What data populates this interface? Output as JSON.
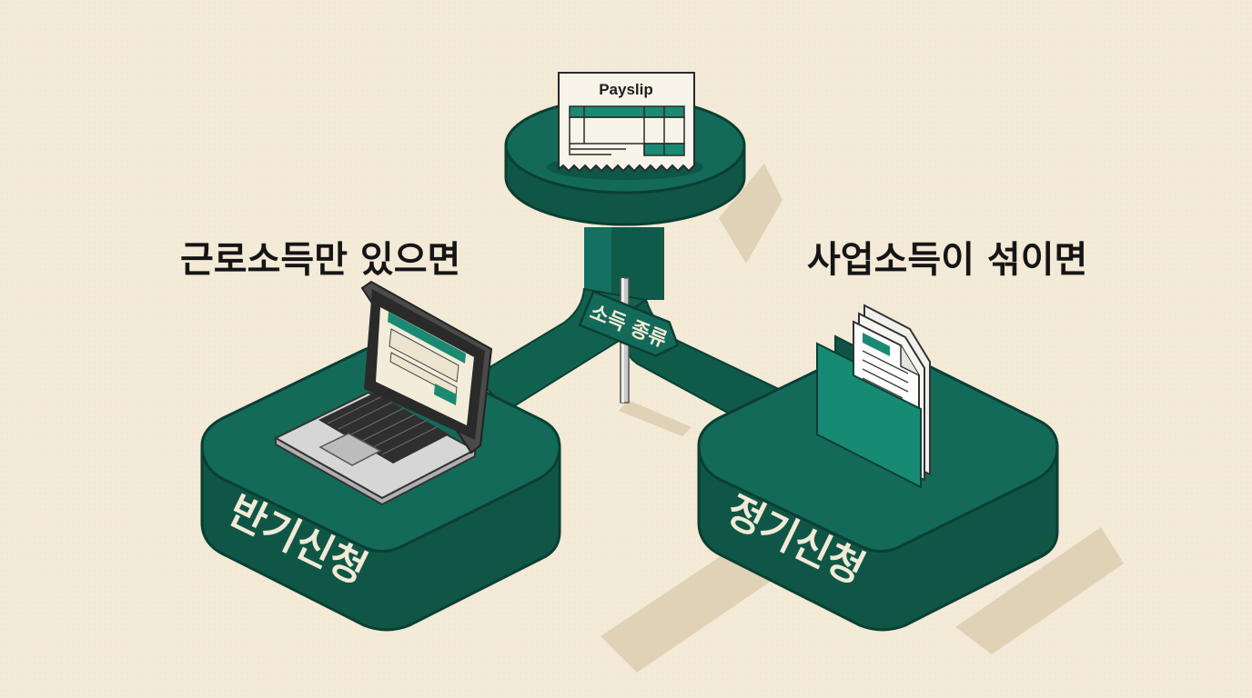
{
  "payslip": {
    "title": "Payslip"
  },
  "signpost": {
    "label": "소득 종류"
  },
  "left": {
    "heading": "근로소득만 있으면",
    "platform_label": "반기신청",
    "device_icon": "laptop-icon"
  },
  "right": {
    "heading": "사업소득이 섞이면",
    "platform_label": "정기신청",
    "device_icon": "folder-documents-icon"
  },
  "colors": {
    "background": "#f3ead7",
    "platform_top": "#136a58",
    "platform_side": "#0f5646",
    "accent": "#1b8a72",
    "heading_text": "#151515",
    "label_text": "#f2ead6"
  }
}
